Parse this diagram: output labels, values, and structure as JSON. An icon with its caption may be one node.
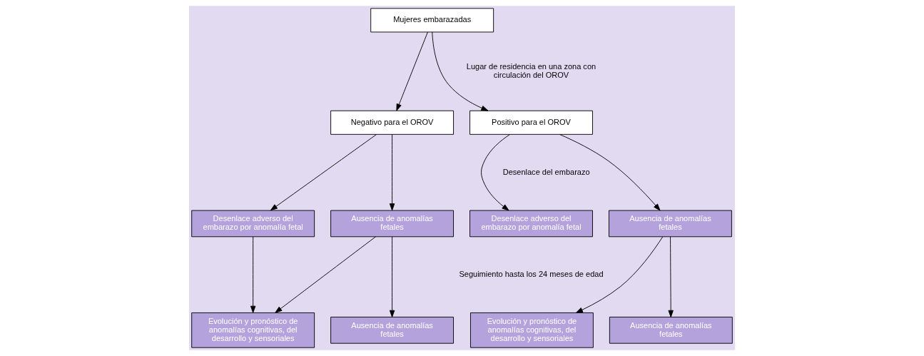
{
  "diagram": {
    "nodes": [
      {
        "text": [
          "Mujeres embarazadas"
        ]
      },
      {
        "text": [
          "Negativo para el OROV"
        ]
      },
      {
        "text": [
          "Positivo para el OROV"
        ]
      },
      {
        "text": [
          "Desenlace adverso del embarazo por anomalía fetal"
        ]
      },
      {
        "text": [
          "Ausencia de anomalías fetales"
        ]
      },
      {
        "text": [
          "Desenlace adverso del embarazo por anomalía fetal"
        ]
      },
      {
        "text": [
          "Ausencia de anomalías fetales"
        ]
      },
      {
        "text": [
          "Evolución y pronóstico de anomalías cognitivas, del desarrollo y sensoriales"
        ]
      },
      {
        "text": [
          "Ausencia de anomalías fetales"
        ]
      },
      {
        "text": [
          "Evolución y pronóstico de anomalías cognitivas, del desarrollo y sensoriales"
        ]
      },
      {
        "text": [
          "Ausencia de anomalías fetales"
        ]
      }
    ],
    "edges": [
      {
        "from": 0,
        "to": 1,
        "arrow": "to"
      },
      {
        "from": 0,
        "to": 2,
        "arrow": "to"
      },
      {
        "from": 1,
        "to": 3,
        "arrow": "to"
      },
      {
        "from": 1,
        "to": 4,
        "arrow": "to"
      },
      {
        "from": 2,
        "to": 5,
        "arrow": "to"
      },
      {
        "from": 2,
        "to": 6,
        "arrow": "to"
      },
      {
        "from": 3,
        "to": 7,
        "arrow": "to"
      },
      {
        "from": 4,
        "to": 7,
        "arrow": "to"
      },
      {
        "from": 4,
        "to": 8,
        "arrow": "to"
      },
      {
        "from": 6,
        "to": 9,
        "arrow": "to"
      },
      {
        "from": 6,
        "to": 10,
        "arrow": "to"
      }
    ],
    "labels": [
      "Lugar de residencia en una zona con circulación del OROV",
      "Desenlace del embarazo",
      "Seguimiento hasta los 24 meses de edad"
    ]
  }
}
